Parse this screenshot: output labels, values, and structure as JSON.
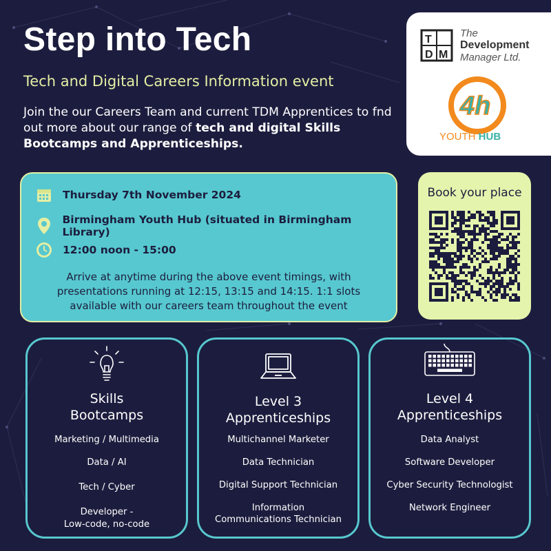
{
  "header": {
    "title": "Step into Tech",
    "subtitle": "Tech and Digital Careers Information event",
    "intro_plain": "Join the our Careers Team and current TDM Apprentices to fnd out more about our range of ",
    "intro_bold": "tech and digital Skills Bootcamps and Apprenticeships."
  },
  "logos": {
    "tdm": {
      "mark": "TDM",
      "line1": "The",
      "line2": "Development",
      "line3": "Manager Ltd."
    },
    "youth_hub": {
      "mark": "4h",
      "word1": "YOUTH",
      "word2": "HUB",
      "icon": "youth-hub-logo"
    }
  },
  "event": {
    "date": {
      "icon": "calendar-icon",
      "text": "Thursday 7th November 2024"
    },
    "location": {
      "icon": "location-pin-icon",
      "text": "Birmingham Youth Hub (situated in Birmingham Library)"
    },
    "time": {
      "icon": "clock-icon",
      "text": "12:00 noon - 15:00"
    },
    "note": "Arrive at anytime during the above event timings, with presentations running at 12:15, 13:15 and 14:15. 1:1 slots available with our careers team throughout the event"
  },
  "booking": {
    "label": "Book your place",
    "icon": "qr-code"
  },
  "colors": {
    "background": "#1c1d3e",
    "teal": "#57c8cf",
    "lime": "#e4eea4",
    "orange": "#f28a1d"
  },
  "cards": [
    {
      "icon": "lightbulb-icon",
      "title_line1": "Skills",
      "title_line2": "Bootcamps",
      "items": [
        "Marketing / Multimedia",
        "Data / AI",
        "Tech / Cyber",
        "Developer -",
        "Low-code, no-code"
      ]
    },
    {
      "icon": "laptop-icon",
      "title_line1": "Level 3",
      "title_line2": "Apprenticeships",
      "items": [
        "Multichannel Marketer",
        "Data Technician",
        "Digital Support Technician",
        "Information",
        "Communications  Technician"
      ]
    },
    {
      "icon": "keyboard-icon",
      "title_line1": "Level 4",
      "title_line2": "Apprenticeships",
      "items": [
        "Data Analyst",
        "Software Developer",
        "Cyber Security Technologist",
        "Network Engineer"
      ]
    }
  ]
}
